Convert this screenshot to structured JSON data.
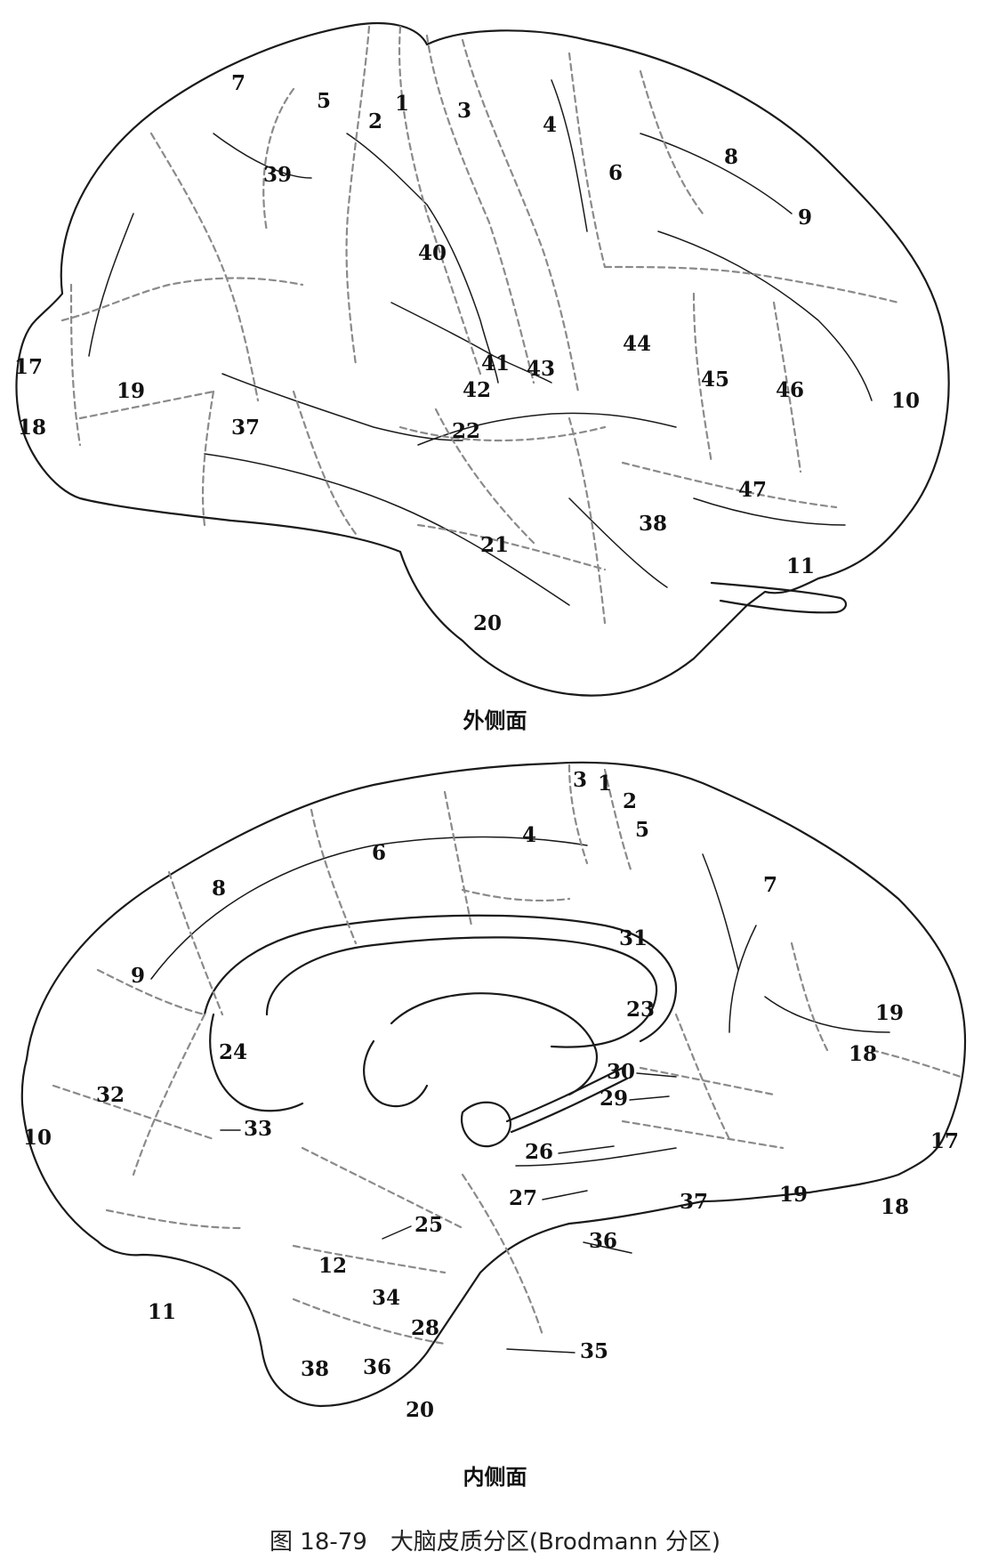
{
  "lateral": {
    "caption": "外侧面",
    "areas": [
      "7",
      "5",
      "2",
      "1",
      "3",
      "4",
      "6",
      "8",
      "9",
      "39",
      "40",
      "44",
      "45",
      "46",
      "10",
      "17",
      "19",
      "18",
      "37",
      "41",
      "43",
      "42",
      "22",
      "47",
      "38",
      "21",
      "11",
      "20"
    ]
  },
  "medial": {
    "caption": "内侧面",
    "areas": [
      "3",
      "1",
      "2",
      "5",
      "4",
      "6",
      "8",
      "7",
      "31",
      "9",
      "23",
      "19",
      "24",
      "18",
      "32",
      "30",
      "29",
      "33",
      "10",
      "17",
      "26",
      "27",
      "37",
      "19",
      "18",
      "25",
      "36",
      "12",
      "34",
      "11",
      "28",
      "35",
      "38",
      "36",
      "20"
    ]
  },
  "figure_caption": "图 18-79　大脑皮质分区(Brodmann 分区)"
}
